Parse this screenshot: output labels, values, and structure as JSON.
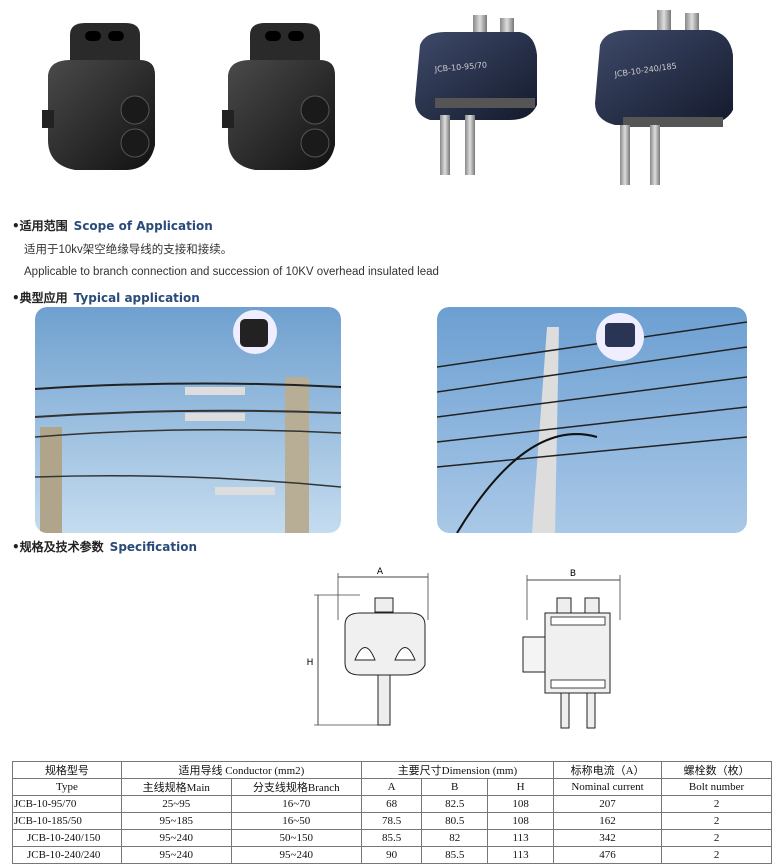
{
  "products": [
    {
      "name": "product-photo-black-small"
    },
    {
      "name": "product-photo-black-small-2"
    },
    {
      "name": "product-photo-jcb-95-70",
      "label": "JCB-10-95/70"
    },
    {
      "name": "product-photo-jcb-240-185",
      "label": "JCB-10-240/185"
    }
  ],
  "scope": {
    "heading_cn": "•适用范围",
    "heading_en": "Scope of Application",
    "text_cn": "适用于10kv架空绝缘导线的支接和接续。",
    "text_en": "Applicable to branch connection and succession of 10KV overhead insulated lead"
  },
  "typical": {
    "heading_cn": "•典型应用",
    "heading_en": "Typical application"
  },
  "spec": {
    "heading_cn": "•规格及技术参数",
    "heading_en": "Specification",
    "dim_a": "A",
    "dim_b": "B",
    "dim_h": "H"
  },
  "table": {
    "h_type_cn": "规格型号",
    "h_type_en": "Type",
    "h_conductor": "适用导线  Conductor (mm2)",
    "h_main": "主线规格Main",
    "h_branch": "分支线规格Branch",
    "h_dimension": "主要尺寸Dimension (mm)",
    "h_a": "A",
    "h_b": "B",
    "h_h": "H",
    "h_current_cn": "标称电流（A）",
    "h_current_en": "Nominal current",
    "h_bolt_cn": "螺栓数（枚）",
    "h_bolt_en": "Bolt number",
    "rows": [
      {
        "type": "JCB-10-95/70",
        "main": "25~95",
        "branch": "16~70",
        "a": "68",
        "b": "82.5",
        "h": "108",
        "current": "207",
        "bolt": "2"
      },
      {
        "type": "JCB-10-185/50",
        "main": "95~185",
        "branch": "16~50",
        "a": "78.5",
        "b": "80.5",
        "h": "108",
        "current": "162",
        "bolt": "2"
      },
      {
        "type": "JCB-10-240/150",
        "main": "95~240",
        "branch": "50~150",
        "a": "85.5",
        "b": "82",
        "h": "113",
        "current": "342",
        "bolt": "2"
      },
      {
        "type": "JCB-10-240/240",
        "main": "95~240",
        "branch": "95~240",
        "a": "90",
        "b": "85.5",
        "h": "113",
        "current": "476",
        "bolt": "2"
      }
    ]
  }
}
